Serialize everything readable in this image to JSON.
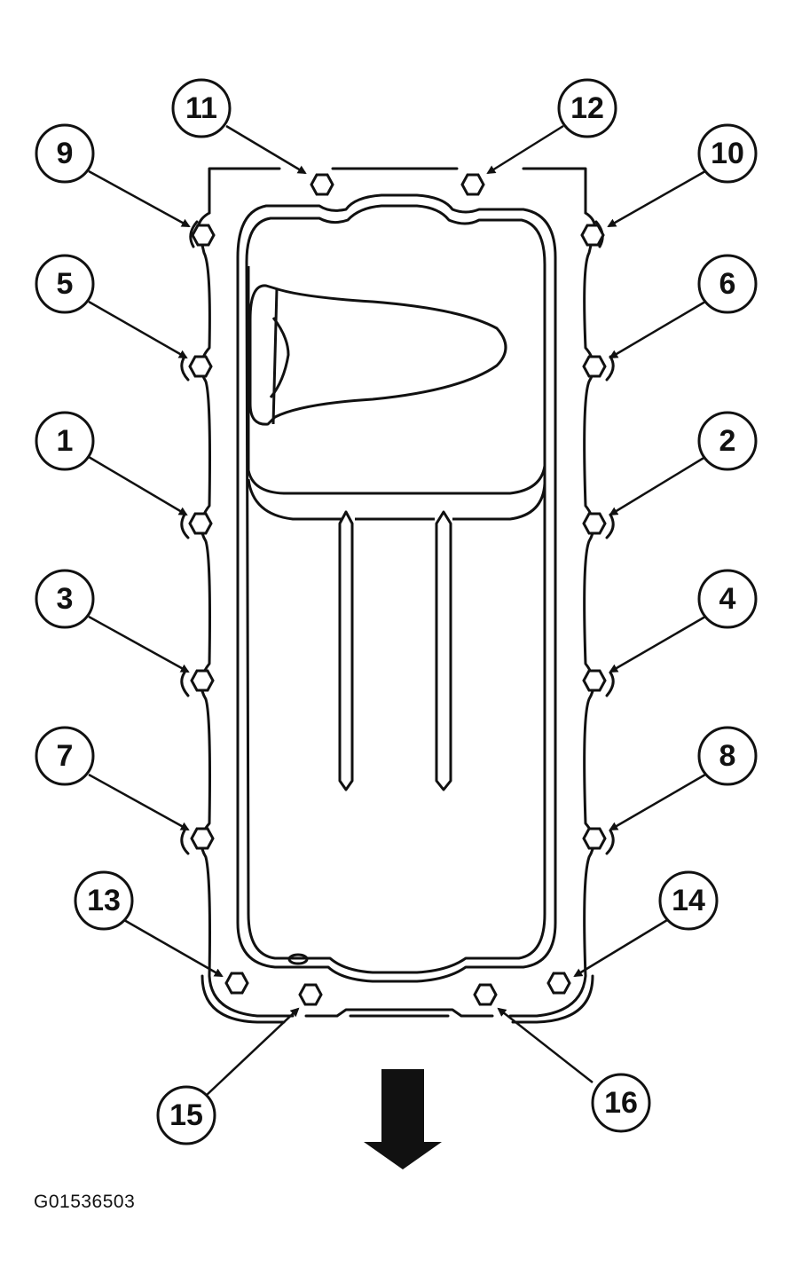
{
  "figure_id": "G01536503",
  "callouts": [
    {
      "id": 1,
      "label": "1"
    },
    {
      "id": 2,
      "label": "2"
    },
    {
      "id": 3,
      "label": "3"
    },
    {
      "id": 4,
      "label": "4"
    },
    {
      "id": 5,
      "label": "5"
    },
    {
      "id": 6,
      "label": "6"
    },
    {
      "id": 7,
      "label": "7"
    },
    {
      "id": 8,
      "label": "8"
    },
    {
      "id": 9,
      "label": "9"
    },
    {
      "id": 10,
      "label": "10"
    },
    {
      "id": 11,
      "label": "11"
    },
    {
      "id": 12,
      "label": "12"
    },
    {
      "id": 13,
      "label": "13"
    },
    {
      "id": 14,
      "label": "14"
    },
    {
      "id": 15,
      "label": "15"
    },
    {
      "id": 16,
      "label": "16"
    }
  ],
  "icons": {
    "bolt": "hex-bolt-icon",
    "direction": "front-direction-arrow-icon"
  }
}
